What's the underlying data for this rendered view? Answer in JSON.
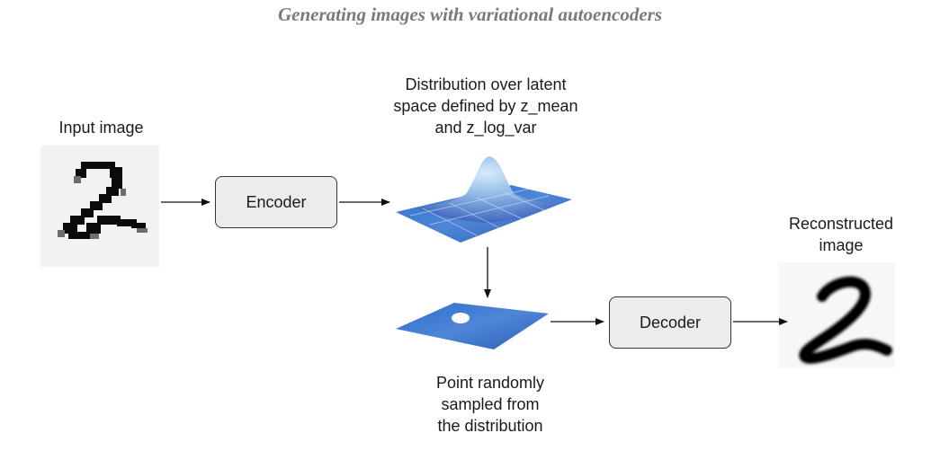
{
  "header": {
    "title": "Generating images with variational autoencoders"
  },
  "labels": {
    "input_image": "Input image",
    "distribution": [
      "Distribution over latent",
      "space defined by z_mean",
      "and z_log_var"
    ],
    "sampled_point": [
      "Point randomly",
      "sampled from",
      "the distribution"
    ],
    "reconstructed": [
      "Reconstructed",
      "image"
    ]
  },
  "boxes": {
    "encoder": "Encoder",
    "decoder": "Decoder"
  },
  "colors": {
    "header_text": "#7a7a7a",
    "box_fill": "#ececec",
    "surface_blue": "#3f66bf",
    "peak_light": "#cfe6f8",
    "arrow": "#111111"
  },
  "icons": {
    "input_digit": "handwritten-digit-2-pixelated",
    "latent_distribution": "gaussian-surface-3d",
    "sample_plane": "plane-with-point",
    "reconstructed_digit": "handwritten-digit-2-blurred"
  }
}
